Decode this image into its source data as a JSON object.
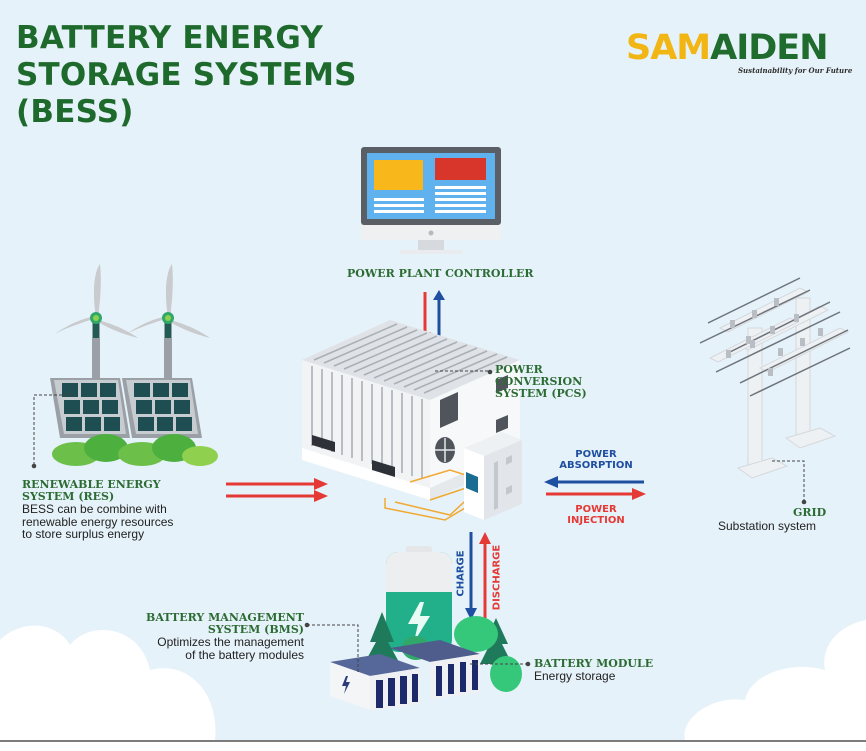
{
  "title": {
    "lines": [
      "BATTERY ENERGY",
      "STORAGE SYSTEMS",
      "(BESS)"
    ]
  },
  "logo": {
    "part1": "SAM",
    "part2": "AIDEN",
    "tagline": "Sustainability for Our Future",
    "colors": {
      "part1": "#f2b614",
      "part2": "#206b2e"
    }
  },
  "components": {
    "ppc": {
      "title": "POWER PLANT CONTROLLER"
    },
    "pcs": {
      "title_lines": [
        "POWER",
        "CONVERSION",
        "SYSTEM (PCS)"
      ]
    },
    "res": {
      "title_lines": [
        "RENEWABLE ENERGY",
        "SYSTEM (RES)"
      ],
      "desc_lines": [
        "BESS can be combine with",
        "renewable energy resources",
        "to store surplus energy"
      ]
    },
    "grid": {
      "title": "GRID",
      "desc": "Substation system"
    },
    "bms": {
      "title_lines": [
        "BATTERY MANAGEMENT",
        "SYSTEM (BMS)"
      ],
      "desc_lines": [
        "Optimizes the management",
        "of the battery modules"
      ]
    },
    "battery_module": {
      "title": "BATTERY MODULE",
      "desc": "Energy storage"
    }
  },
  "flows": {
    "power_absorption": [
      "POWER",
      "ABSORPTION"
    ],
    "power_injection": [
      "POWER",
      "INJECTION"
    ],
    "charge": "CHARGE",
    "discharge": "DISCHARGE"
  },
  "icons": {
    "monitor": "computer-monitor-icon",
    "container": "pcs-container-icon",
    "inverter": "inverter-cabinet-icon",
    "wind": "wind-turbine-icon",
    "solar": "solar-panel-icon",
    "pylon": "power-pole-icon",
    "battery": "battery-bolt-icon",
    "modules": "battery-module-rack-icon"
  },
  "colors": {
    "background": "#e6f2f9",
    "title_green": "#1e6a2c",
    "label_green": "#2c6b33",
    "flow_red": "#e53935",
    "flow_blue": "#1e4fa0",
    "battery_teal": "#22b08a"
  }
}
